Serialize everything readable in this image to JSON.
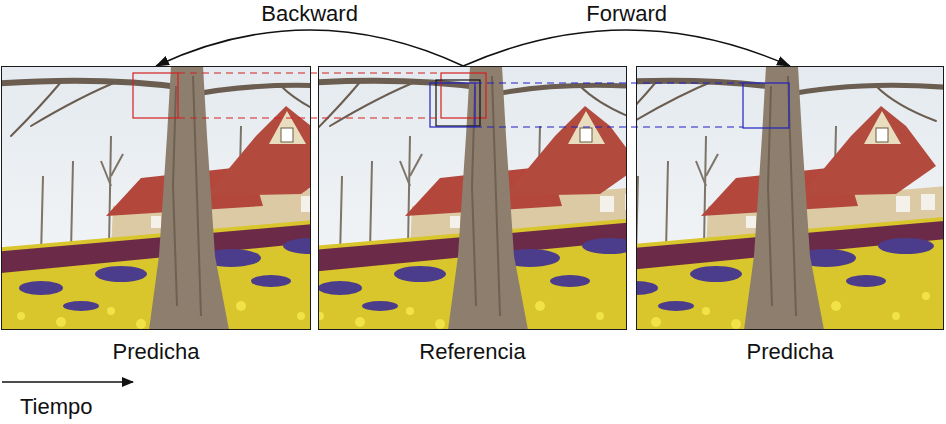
{
  "diagram": {
    "nodes": [
      {
        "text": [
          "Predicha"
        ]
      },
      {
        "text": [
          "Referencia"
        ]
      },
      {
        "text": [
          "Predicha"
        ]
      }
    ],
    "edges": [
      {
        "from": 1,
        "to": 0,
        "arrow": "to",
        "label": "Backward"
      },
      {
        "from": 1,
        "to": 2,
        "arrow": "to",
        "label": "Forward"
      }
    ],
    "labels": [
      "Tiempo"
    ]
  }
}
